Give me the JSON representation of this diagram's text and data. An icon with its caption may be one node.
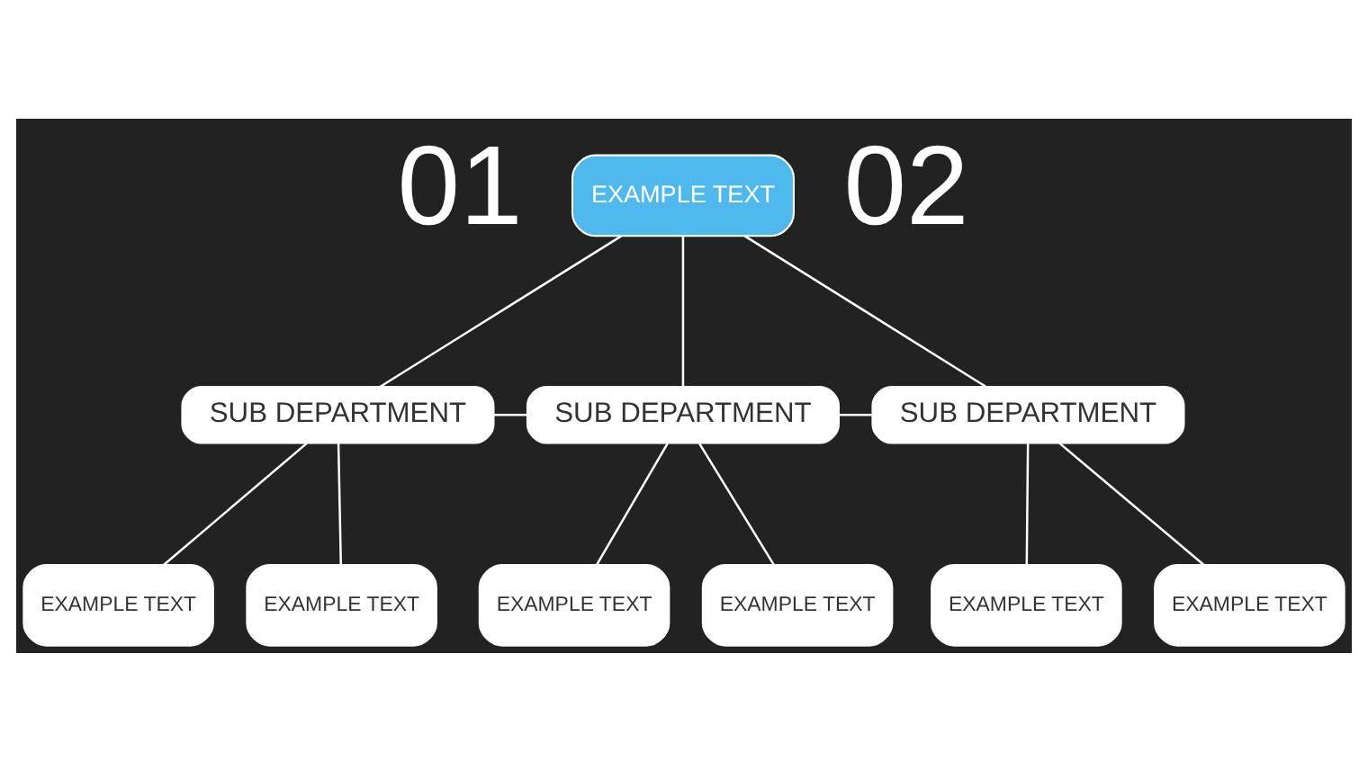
{
  "diagram": {
    "nodes": [
      {
        "text": [
          "EXAMPLE TEXT"
        ]
      },
      {
        "text": [
          "SUB DEPARTMENT"
        ]
      },
      {
        "text": [
          "SUB DEPARTMENT"
        ]
      },
      {
        "text": [
          "SUB DEPARTMENT"
        ]
      },
      {
        "text": [
          "EXAMPLE TEXT"
        ]
      },
      {
        "text": [
          "EXAMPLE TEXT"
        ]
      },
      {
        "text": [
          "EXAMPLE TEXT"
        ]
      },
      {
        "text": [
          "EXAMPLE TEXT"
        ]
      },
      {
        "text": [
          "EXAMPLE TEXT"
        ]
      },
      {
        "text": [
          "EXAMPLE TEXT"
        ]
      }
    ],
    "edges": [
      {
        "from": 0,
        "to": 1,
        "arrow": "none"
      },
      {
        "from": 0,
        "to": 2,
        "arrow": "none"
      },
      {
        "from": 0,
        "to": 3,
        "arrow": "none"
      },
      {
        "from": 1,
        "to": 2,
        "arrow": "none"
      },
      {
        "from": 2,
        "to": 3,
        "arrow": "none"
      },
      {
        "from": 1,
        "to": 4,
        "arrow": "none"
      },
      {
        "from": 1,
        "to": 5,
        "arrow": "none"
      },
      {
        "from": 2,
        "to": 6,
        "arrow": "none"
      },
      {
        "from": 2,
        "to": 7,
        "arrow": "none"
      },
      {
        "from": 3,
        "to": 8,
        "arrow": "none"
      },
      {
        "from": 3,
        "to": 9,
        "arrow": "none"
      }
    ],
    "labels": [
      "01",
      "02"
    ]
  }
}
